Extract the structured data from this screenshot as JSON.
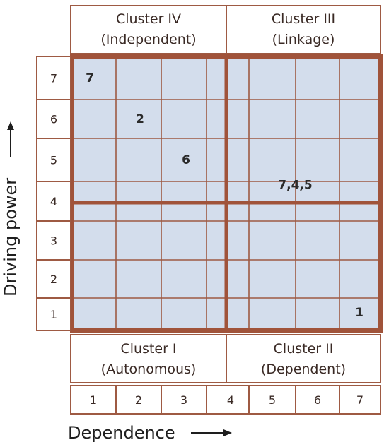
{
  "clusters": {
    "top_left": {
      "line1": "Cluster IV",
      "line2": "(Independent)"
    },
    "top_right": {
      "line1": "Cluster III",
      "line2": "(Linkage)"
    },
    "bottom_left": {
      "line1": "Cluster I",
      "line2": "(Autonomous)"
    },
    "bottom_right": {
      "line1": "Cluster II",
      "line2": "(Dependent)"
    }
  },
  "axes": {
    "x_title": "Dependence",
    "y_title": "Driving power",
    "x_ticks": [
      "1",
      "2",
      "3",
      "4",
      "5",
      "6",
      "7"
    ],
    "y_ticks": [
      "7",
      "6",
      "5",
      "4",
      "3",
      "2",
      "1"
    ]
  },
  "items": [
    {
      "label": "7",
      "dependence": 1,
      "driving_power": 7
    },
    {
      "label": "2",
      "dependence": 2,
      "driving_power": 6
    },
    {
      "label": "6",
      "dependence": 3,
      "driving_power": 5
    },
    {
      "label": "7,4,5",
      "dependence": 5.5,
      "driving_power": 4.4
    },
    {
      "label": "1",
      "dependence": 7,
      "driving_power": 1
    }
  ],
  "colors": {
    "grid_fill": "#d3ddec",
    "line": "#9e5a43",
    "border": "#a0533a"
  }
}
